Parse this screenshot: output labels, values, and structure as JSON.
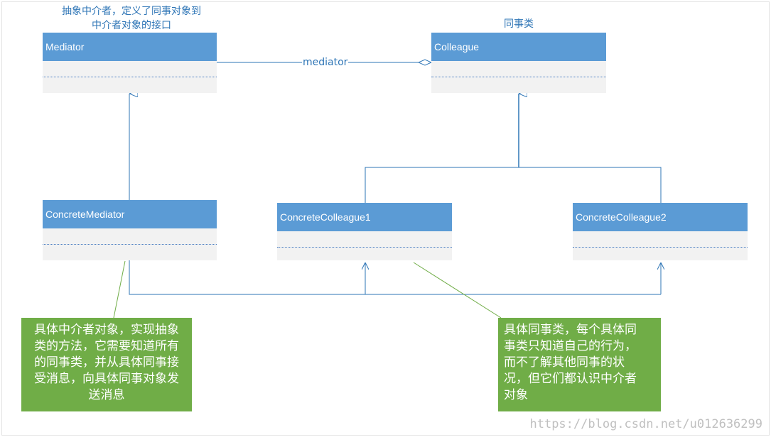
{
  "captions": {
    "mediator_line1": "抽象中介者，定义了同事对象到",
    "mediator_line2": "中介者对象的接口",
    "colleague": "同事类"
  },
  "classes": {
    "mediator": "Mediator",
    "colleague": "Colleague",
    "concrete_mediator": "ConcreteMediator",
    "concrete_colleague1": "ConcreteColleague1",
    "concrete_colleague2": "ConcreteColleague2"
  },
  "association": {
    "label": "mediator"
  },
  "notes": {
    "concrete_mediator_lines": [
      "具体中介者对象，实现抽象",
      "类的方法，它需要知道所有",
      "的同事类，并从具体同事接",
      "受消息，向具体同事对象发",
      "送消息"
    ],
    "concrete_colleague_lines": [
      "具体同事类，每个具体同",
      "事类只知道自己的行为，",
      "而不了解其他同事的状",
      "况，但它们都认识中介者",
      "对象"
    ]
  },
  "watermark": "https://blog.csdn.net/u012636299",
  "colors": {
    "class_header": "#5b9bd5",
    "class_body": "#f2f2f2",
    "line": "#2e75b6",
    "note_bg": "#70ad47",
    "note_connector": "#70ad47"
  }
}
